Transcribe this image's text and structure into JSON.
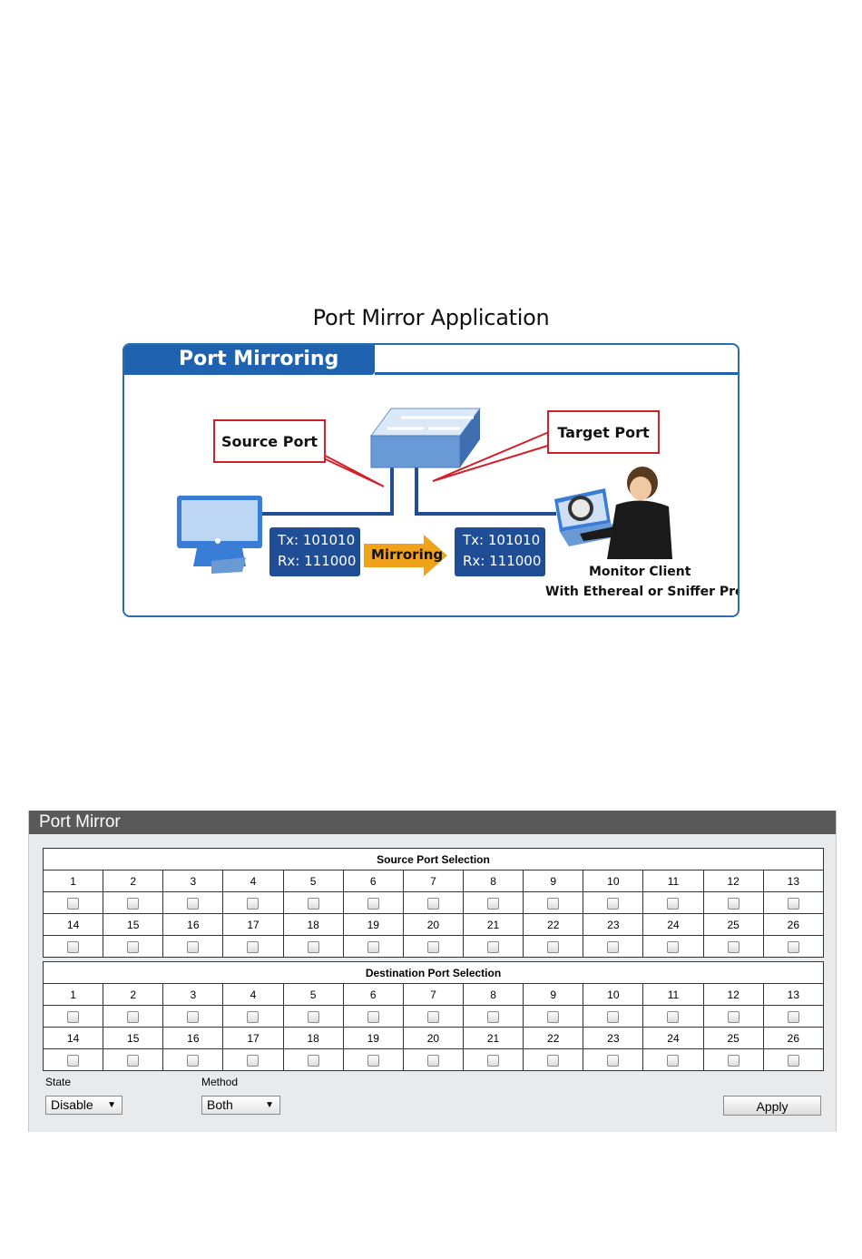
{
  "figure": {
    "title": "Port Mirror Application",
    "panel_title": "Port Mirroring",
    "source_port_label": "Source Port",
    "target_port_label": "Target Port",
    "source_data": {
      "tx": "Tx: 101010",
      "rx": "Rx: 111000"
    },
    "target_data": {
      "tx": "Tx: 101010",
      "rx": "Rx: 111000"
    },
    "mirroring_label": "Mirroring",
    "monitor_line1": "Monitor Client",
    "monitor_line2": "With Ethereal or Sniffer Pro"
  },
  "port_mirror": {
    "title": "Port Mirror",
    "source_section": "Source Port Selection",
    "destination_section": "Destination Port Selection",
    "ports_row1": [
      "1",
      "2",
      "3",
      "4",
      "5",
      "6",
      "7",
      "8",
      "9",
      "10",
      "11",
      "12",
      "13"
    ],
    "ports_row2": [
      "14",
      "15",
      "16",
      "17",
      "18",
      "19",
      "20",
      "21",
      "22",
      "23",
      "24",
      "25",
      "26"
    ],
    "state_label": "State",
    "state_value": "Disable",
    "method_label": "Method",
    "method_value": "Both",
    "apply_label": "Apply"
  }
}
